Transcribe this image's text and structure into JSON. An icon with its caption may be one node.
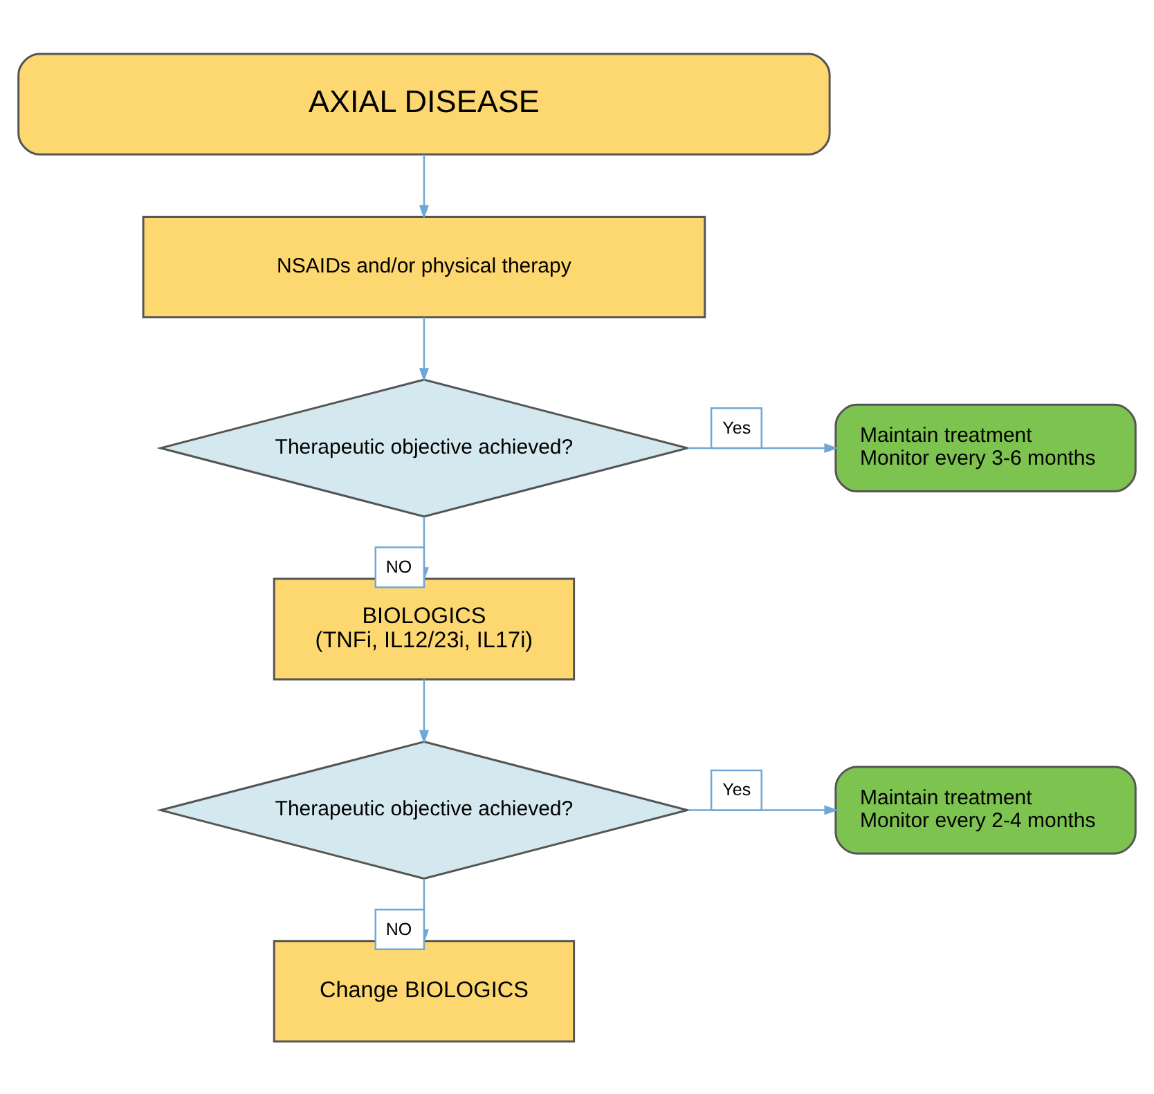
{
  "diagram": {
    "nodes": [
      {
        "text": [
          "AXIAL DISEASE"
        ]
      },
      {
        "text": [
          "NSAIDs and/or physical therapy"
        ]
      },
      {
        "text": [
          "Therapeutic objective achieved?"
        ]
      },
      {
        "text": [
          "Maintain treatment",
          "Monitor every 3-6 months"
        ]
      },
      {
        "text": [
          "BIOLOGICS",
          "(TNFi, IL12/23i, IL17i)"
        ]
      },
      {
        "text": [
          "Therapeutic objective achieved?"
        ]
      },
      {
        "text": [
          "Maintain treatment",
          "Monitor every 2-4 months"
        ]
      },
      {
        "text": [
          "Change BIOLOGICS"
        ]
      }
    ],
    "edges": [
      {
        "from": 0,
        "to": 1,
        "arrow": "to"
      },
      {
        "from": 1,
        "to": 2,
        "arrow": "to"
      },
      {
        "from": 2,
        "to": 3,
        "arrow": "to",
        "label": "Yes"
      },
      {
        "from": 2,
        "to": 4,
        "arrow": "to",
        "label": "NO"
      },
      {
        "from": 4,
        "to": 5,
        "arrow": "to"
      },
      {
        "from": 5,
        "to": 6,
        "arrow": "to",
        "label": "Yes"
      },
      {
        "from": 5,
        "to": 7,
        "arrow": "to",
        "label": "NO"
      }
    ]
  }
}
